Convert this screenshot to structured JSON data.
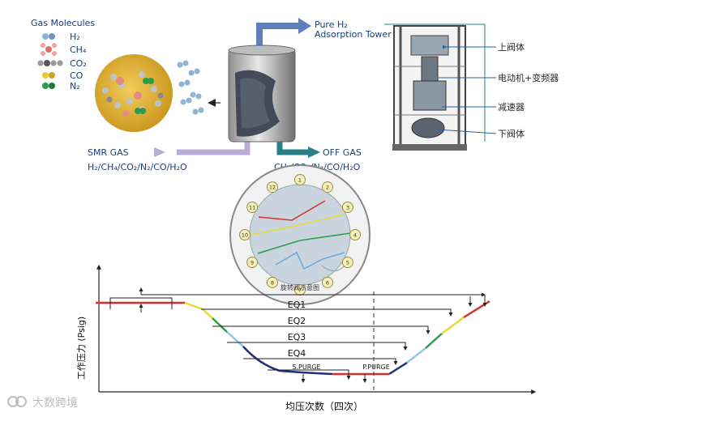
{
  "legend": {
    "title": "Gas Molecules",
    "items": [
      {
        "label": "H₂",
        "color": "#8fb4d6"
      },
      {
        "label": "CH₄",
        "color": "#e07f73"
      },
      {
        "label": "CO₂",
        "color": "#9a9a9a"
      },
      {
        "label": "CO",
        "color": "#e8cc3a"
      },
      {
        "label": "N₂",
        "color": "#2e9b4c"
      }
    ]
  },
  "process": {
    "pure_line1": "Pure H₂",
    "pure_line2": "Adsorption Tower",
    "smr_label": "SMR GAS",
    "smr_comp": "H₂/CH₄/CO₂/N₂/CO/H₂O",
    "off_label": "OFF  GAS",
    "off_comp": "CH₄/CO₂/N₂/CO/H₂O"
  },
  "machine": {
    "labels": [
      "上阀体",
      "电动机+变频器",
      "减速器",
      "下阀体"
    ]
  },
  "valve": {
    "caption": "旋转阀示意图",
    "ports": [
      "1",
      "2",
      "3",
      "4",
      "5",
      "6",
      "7",
      "8",
      "9",
      "10",
      "11",
      "12"
    ]
  },
  "cycle": {
    "ylabel": "工作压力 (Psig)",
    "xlabel": "均压次数（四次）",
    "eq": [
      "EQ1",
      "EQ2",
      "EQ3",
      "EQ4"
    ],
    "s_purge": "S.PURGE",
    "p_purge": "P.PURGE"
  },
  "watermark": "大数跨境"
}
